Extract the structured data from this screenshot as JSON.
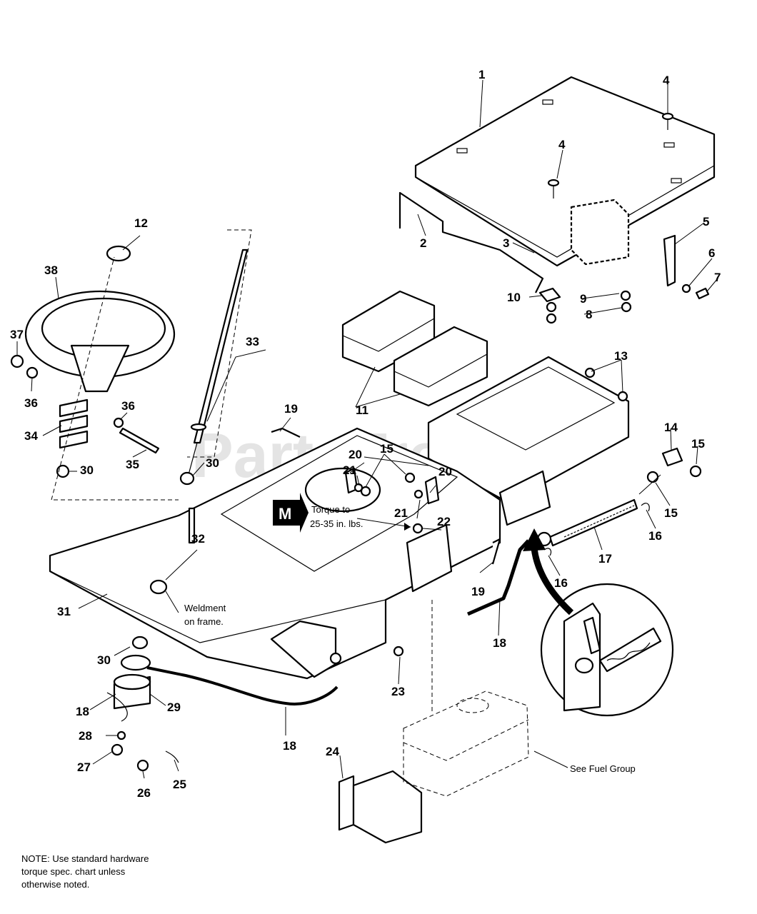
{
  "watermark": "PartsTree",
  "callouts": {
    "c1": "1",
    "c2": "2",
    "c3": "3",
    "c4a": "4",
    "c4b": "4",
    "c5": "5",
    "c6": "6",
    "c7": "7",
    "c8": "8",
    "c9": "9",
    "c10": "10",
    "c11": "11",
    "c12": "12",
    "c13": "13",
    "c14": "14",
    "c15a": "15",
    "c15b": "15",
    "c15c": "15",
    "c16a": "16",
    "c16b": "16",
    "c17": "17",
    "c18a": "18",
    "c18b": "18",
    "c18c": "18",
    "c19a": "19",
    "c19b": "19",
    "c20a": "20",
    "c20b": "20",
    "c21a": "21",
    "c21b": "21",
    "c22": "22",
    "c23": "23",
    "c24": "24",
    "c25": "25",
    "c26": "26",
    "c27": "27",
    "c28": "28",
    "c29": "29",
    "c30a": "30",
    "c30b": "30",
    "c30c": "30",
    "c31": "31",
    "c32": "32",
    "c33": "33",
    "c34": "34",
    "c35": "35",
    "c36a": "36",
    "c36b": "36",
    "c37": "37",
    "c38": "38"
  },
  "torque_badge": "M",
  "torque_note": {
    "line1": "Torque to",
    "line2": "25-35 in. lbs."
  },
  "weldment_note": {
    "line1": "Weldment",
    "line2": "on frame."
  },
  "fuel_note": "See Fuel Group",
  "footer_note": {
    "line1": "NOTE: Use standard hardware",
    "line2": "torque spec. chart unless",
    "line3": "otherwise noted."
  }
}
